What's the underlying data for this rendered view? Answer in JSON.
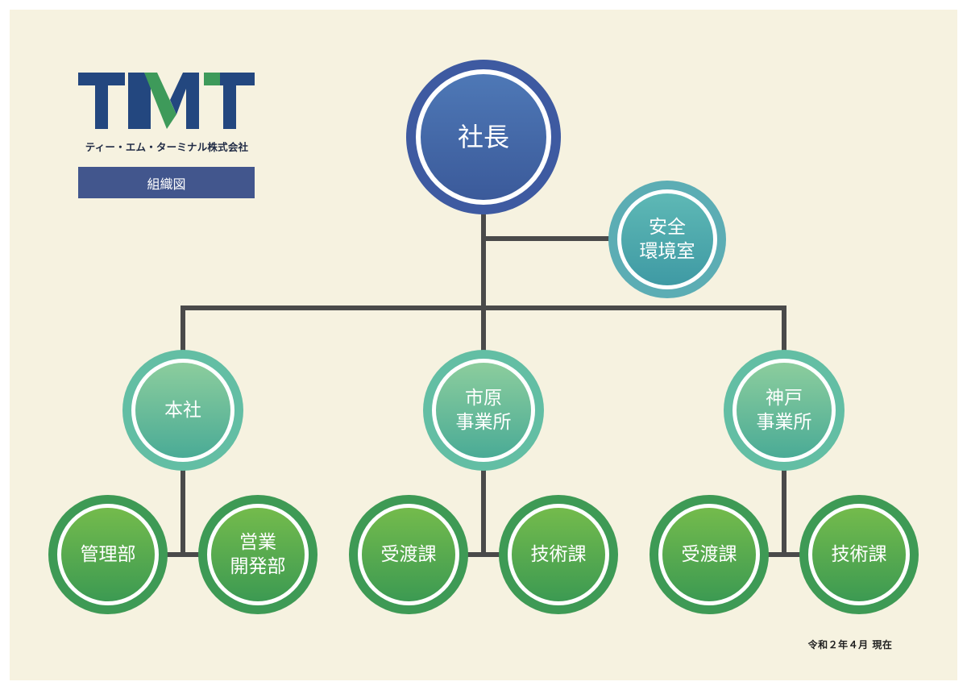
{
  "header": {
    "company_name": "ティー・エム・ターミナル株式会社",
    "doc_title": "組織図",
    "logo_text": "TMT"
  },
  "footer": {
    "date": "令和２年４月 現在"
  },
  "colors": {
    "background": "#f6f2e0",
    "president": "#3f5aa0",
    "staff_office": "#4aa7ad",
    "office": "#57b898",
    "section": "#3f9b56",
    "connector": "#4a4a4a"
  },
  "org": {
    "president": "社長",
    "staff_office": "安全\n環境室",
    "offices": [
      {
        "name": "本社",
        "sections": [
          "管理部",
          "営業\n開発部"
        ]
      },
      {
        "name": "市原\n事業所",
        "sections": [
          "受渡課",
          "技術課"
        ]
      },
      {
        "name": "神戸\n事業所",
        "sections": [
          "受渡課",
          "技術課"
        ]
      }
    ]
  }
}
